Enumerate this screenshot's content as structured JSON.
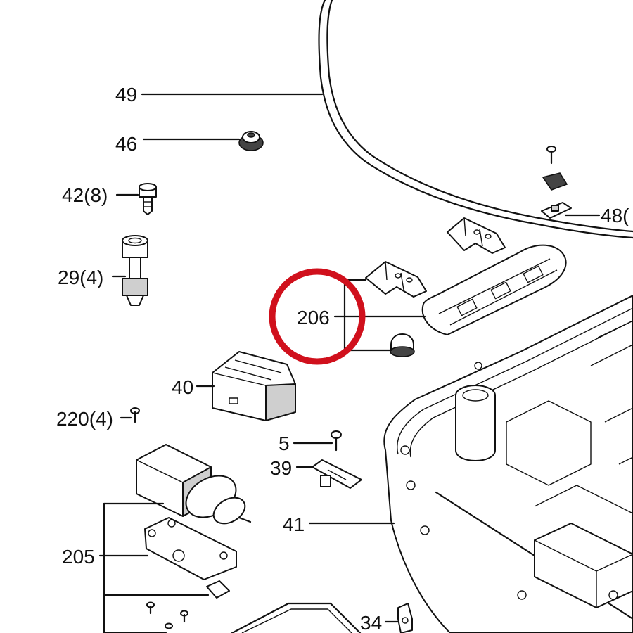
{
  "diagram": {
    "labels": {
      "l49": "49",
      "l46": "46",
      "l42": "42(8)",
      "l29": "29(4)",
      "l206": "206",
      "l40": "40",
      "l220": "220(4)",
      "l5": "5",
      "l39": "39",
      "l41": "41",
      "l205": "205",
      "l34": "34",
      "l48": "48("
    },
    "highlight": {
      "target": "206",
      "color": "#d0101c"
    }
  }
}
